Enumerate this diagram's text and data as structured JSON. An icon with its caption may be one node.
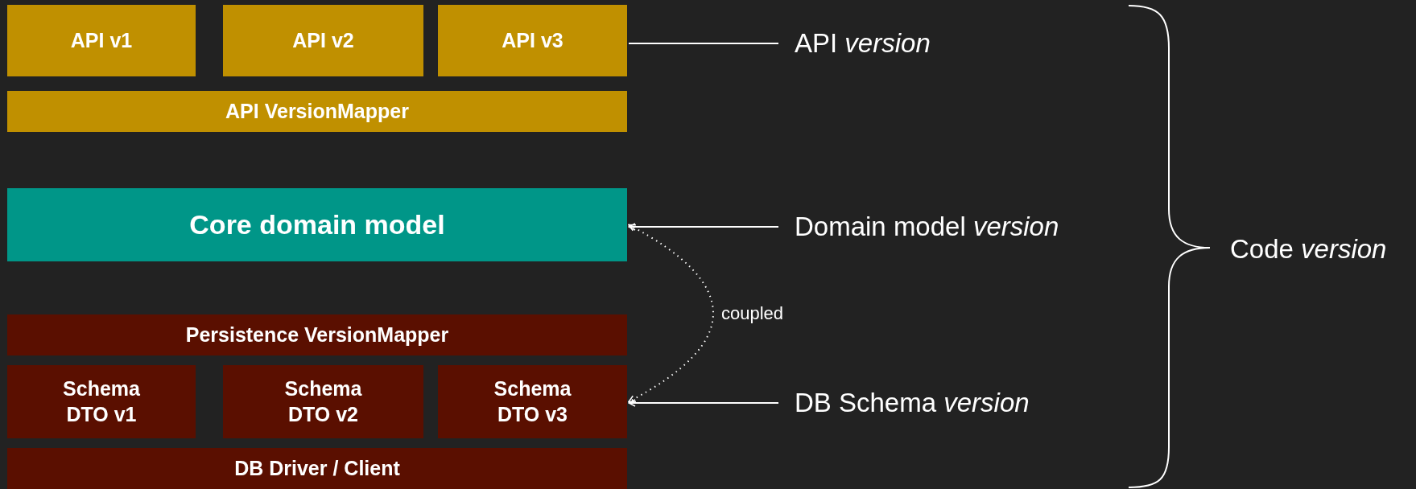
{
  "diagram": {
    "nodes": [
      {
        "text": [
          "API v1"
        ]
      },
      {
        "text": [
          "API v2"
        ]
      },
      {
        "text": [
          "API v3"
        ]
      },
      {
        "text": [
          "API VersionMapper"
        ]
      },
      {
        "text": [
          "Core domain model"
        ]
      },
      {
        "text": [
          "Persistence VersionMapper"
        ]
      },
      {
        "text": [
          "Schema DTO v1"
        ]
      },
      {
        "text": [
          "Schema DTO v2"
        ]
      },
      {
        "text": [
          "Schema DTO v3"
        ]
      },
      {
        "text": [
          "DB Driver / Client"
        ]
      },
      {
        "text": [
          "API *version*"
        ]
      },
      {
        "text": [
          "Domain model *version*"
        ]
      },
      {
        "text": [
          "DB Schema *version*"
        ]
      }
    ],
    "edges": [
      {
        "from": 10,
        "to": 2,
        "arrow": "none"
      },
      {
        "from": 11,
        "to": 4,
        "arrow": "to"
      },
      {
        "from": 12,
        "to": 8,
        "arrow": "to"
      },
      {
        "from": 4,
        "to": 8,
        "arrow": "both",
        "style": "dashed",
        "label": "coupled"
      }
    ],
    "labels": [
      "Code *version*"
    ]
  }
}
